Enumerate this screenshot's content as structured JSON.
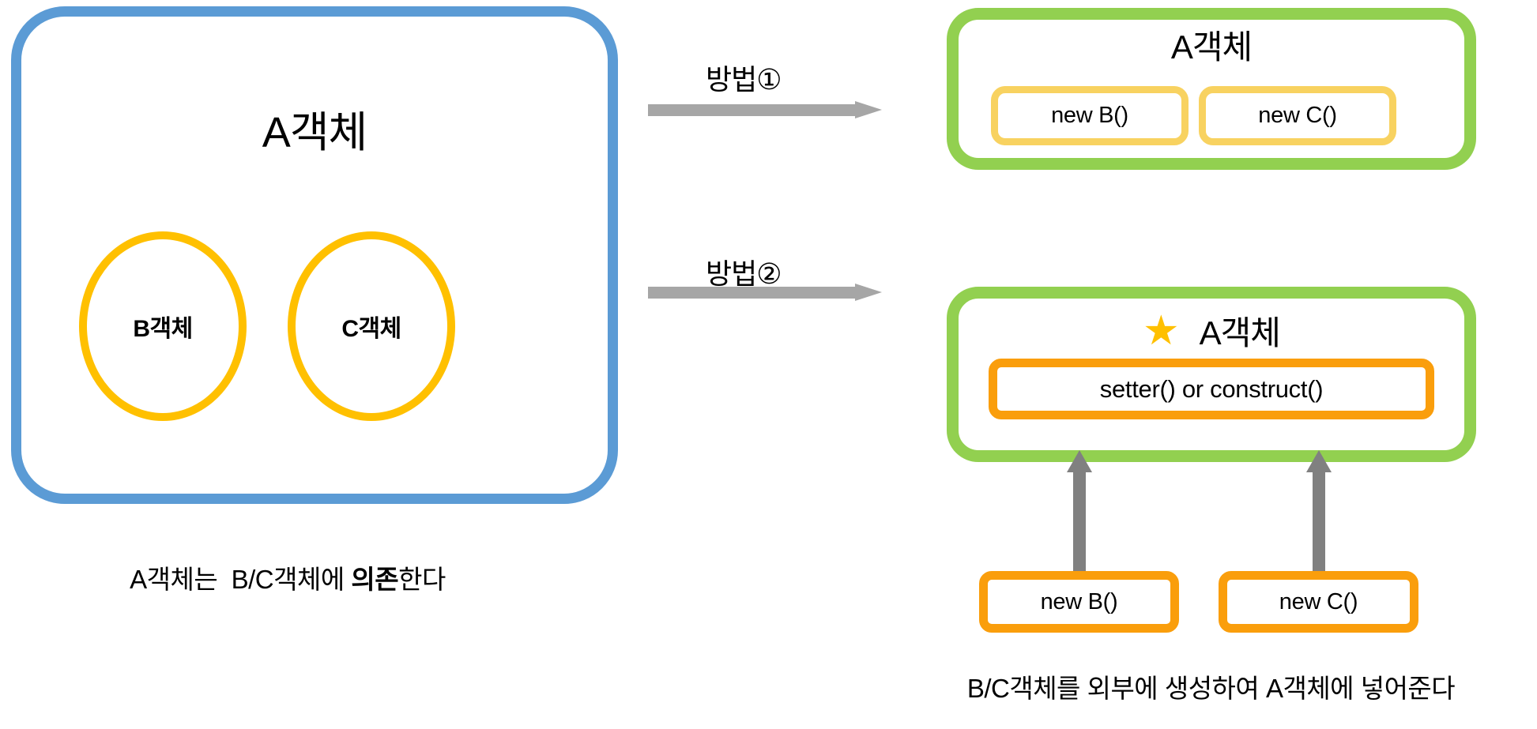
{
  "diagram": {
    "left_container": {
      "title": "A객체",
      "border_color": "#5B9BD5",
      "circles": [
        {
          "label": "B객체",
          "border_color": "#FFC000"
        },
        {
          "label": "C객체",
          "border_color": "#FFC000"
        }
      ],
      "caption_part1": "A객체는  B/C객체에 ",
      "caption_bold": "의존",
      "caption_part2": "한다"
    },
    "arrows": [
      {
        "label": "방법①",
        "color": "#A6A6A6"
      },
      {
        "label": "방법②",
        "color": "#A6A6A6"
      }
    ],
    "method1": {
      "title": "A객체",
      "border_color": "#92D050",
      "sub_boxes": [
        {
          "label": "new B()",
          "border_color": "#F8D260"
        },
        {
          "label": "new C()",
          "border_color": "#F8D260"
        }
      ]
    },
    "method2": {
      "star_icon": "star-icon",
      "star_glyph": "★",
      "star_color": "#FFC000",
      "title": "A객체",
      "border_color": "#92D050",
      "injection_box": {
        "label": "setter() or construct()",
        "border_color": "#FA9E0C"
      },
      "external_boxes": [
        {
          "label": "new B()",
          "border_color": "#FA9E0C"
        },
        {
          "label": "new C()",
          "border_color": "#FA9E0C"
        }
      ],
      "caption": "B/C객체를 외부에 생성하여 A객체에 넣어준다"
    }
  }
}
